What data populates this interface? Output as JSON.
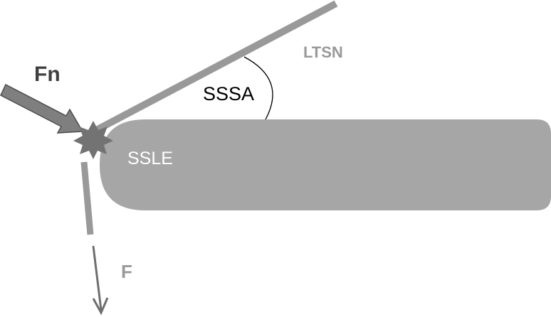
{
  "labels": {
    "normal_force": "Fn",
    "force": "F",
    "angle": "SSSA",
    "upper_line": "LTSN",
    "body": "SSLE"
  },
  "colors": {
    "body_fill": "#a6a6a6",
    "line": "#999999",
    "arrow_fill": "#7f7f7f",
    "arrow_stroke": "#4d4d4d",
    "contact_star": "#737373",
    "text_dark": "#3f3f3f",
    "text_gray": "#999999",
    "text_black": "#000000",
    "text_white": "#ffffff"
  }
}
